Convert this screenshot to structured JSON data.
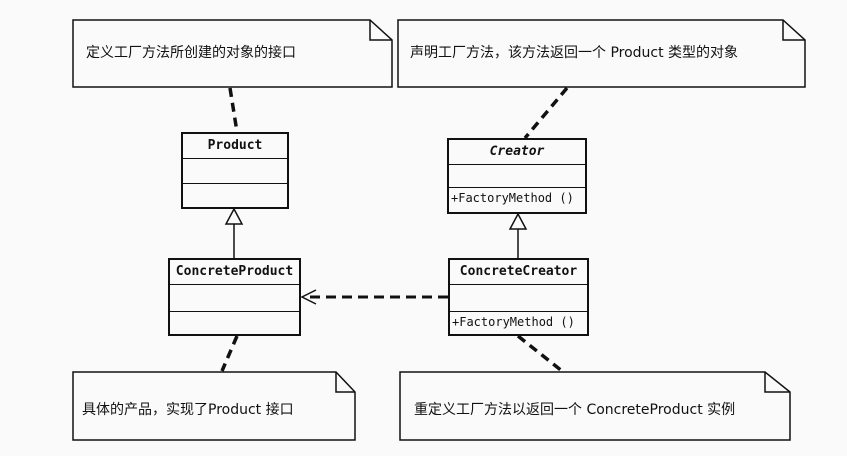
{
  "notes": {
    "product_note": "定义工厂方法所创建的对象的接口",
    "creator_note": "声明工厂方法，该方法返回一个 Product 类型的对象",
    "concrete_product_note": "具体的产品，实现了Product 接口",
    "concrete_creator_note": "重定义工厂方法以返回一个 ConcreteProduct 实例"
  },
  "classes": {
    "product": {
      "name": "Product"
    },
    "creator": {
      "name": "Creator",
      "operation": "+FactoryMethod ()"
    },
    "concrete_product": {
      "name": "ConcreteProduct"
    },
    "concrete_creator": {
      "name": "ConcreteCreator",
      "operation": "+FactoryMethod ()"
    }
  }
}
